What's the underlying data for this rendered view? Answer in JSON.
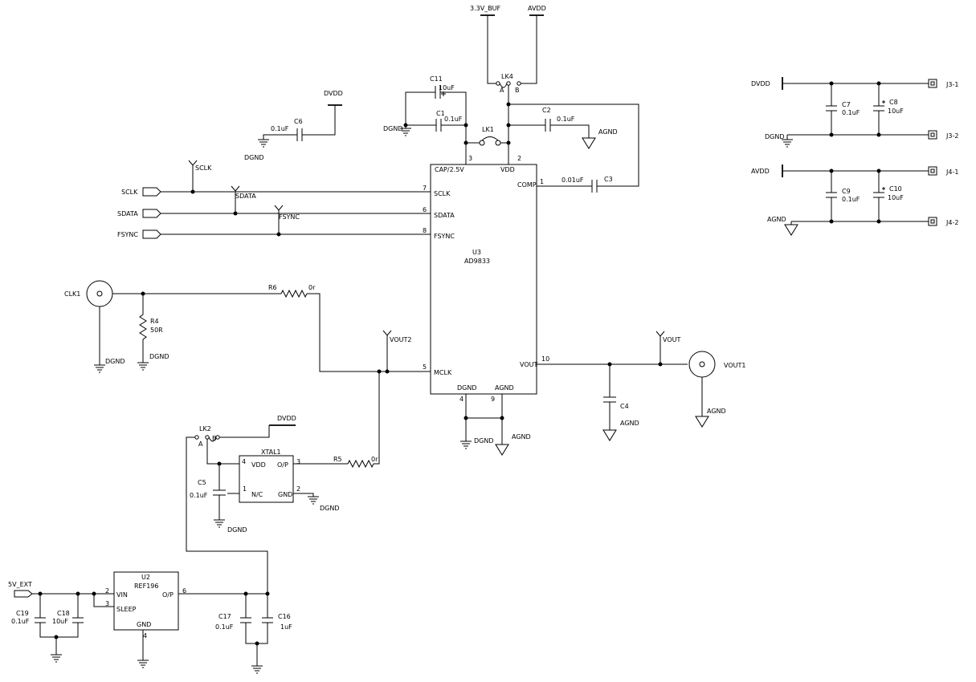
{
  "nets": {
    "v33buf": "3.3V_BUF",
    "avdd_top": "AVDD",
    "dvdd_top": "DVDD",
    "dgnd_c6": "DGND",
    "dgnd_c1": "DGND",
    "agnd_c2": "AGND",
    "sclk_net": "SCLK",
    "sdata_net": "SDATA",
    "fsync_net": "FSYNC",
    "sclk_port": "SCLK",
    "sdata_port": "SDATA",
    "fsync_port": "FSYNC",
    "clk1": "CLK1",
    "dgnd_clk1": "DGND",
    "dgnd_r4": "DGND",
    "vout2": "VOUT2",
    "vout_net": "VOUT",
    "vout1": "VOUT1",
    "agnd_vout1": "AGND",
    "agnd_c4": "AGND",
    "dgnd_u3": "DGND",
    "agnd_u3": "AGND",
    "dvdd_lk2": "DVDD",
    "dgnd_c5": "DGND",
    "dgnd_xtal": "DGND",
    "v5ext": "5V_EXT",
    "dvdd_j3": "DVDD",
    "dgnd_j3": "DGND",
    "avdd_j4": "AVDD",
    "agnd_j4": "AGND"
  },
  "components": {
    "c11": {
      "ref": "C11",
      "value": "10uF"
    },
    "c1": {
      "ref": "C1",
      "value": "0.1uF"
    },
    "c2": {
      "ref": "C2",
      "value": "0.1uF"
    },
    "c3": {
      "ref": "C3",
      "value": "0.01uF"
    },
    "c4": {
      "ref": "C4"
    },
    "c5": {
      "ref": "C5",
      "value": "0.1uF"
    },
    "c6": {
      "ref": "C6",
      "value": "0.1uF"
    },
    "c7": {
      "ref": "C7",
      "value": "0.1uF"
    },
    "c8": {
      "ref": "C8",
      "value": "10uF"
    },
    "c9": {
      "ref": "C9",
      "value": "0.1uF"
    },
    "c10": {
      "ref": "C10",
      "value": "10uF"
    },
    "c16": {
      "ref": "C16",
      "value": "1uF"
    },
    "c17": {
      "ref": "C17",
      "value": "0.1uF"
    },
    "c18": {
      "ref": "C18",
      "value": "10uF"
    },
    "c19": {
      "ref": "C19",
      "value": "0.1uF"
    },
    "r4": {
      "ref": "R4",
      "value": "50R"
    },
    "r5": {
      "ref": "R5",
      "value": "0r"
    },
    "r6": {
      "ref": "R6",
      "value": "0r"
    },
    "lk1": {
      "ref": "LK1"
    },
    "lk2": {
      "ref": "LK2",
      "a": "A",
      "b": "B"
    },
    "lk4": {
      "ref": "LK4",
      "a": "A",
      "b": "B"
    },
    "u3": {
      "ref": "U3",
      "part": "AD9833",
      "pins": {
        "cap_name": "CAP/2.5V",
        "cap_num": "3",
        "vdd_name": "VDD",
        "vdd_num": "2",
        "comp_name": "COMP",
        "comp_num": "1",
        "sclk_name": "SCLK",
        "sclk_num": "7",
        "sdata_name": "SDATA",
        "sdata_num": "6",
        "fsync_name": "FSYNC",
        "fsync_num": "8",
        "mclk_name": "MCLK",
        "mclk_num": "5",
        "vout_name": "VOUT",
        "vout_num": "10",
        "dgnd_name": "DGND",
        "dgnd_num": "4",
        "agnd_name": "AGND",
        "agnd_num": "9"
      }
    },
    "xtal1": {
      "ref": "XTAL1",
      "pins": {
        "vdd_name": "VDD",
        "vdd_num": "4",
        "op_name": "O/P",
        "op_num": "3",
        "nc_name": "N/C",
        "nc_num": "1",
        "gnd_name": "GND",
        "gnd_num": "2"
      }
    },
    "u2": {
      "ref": "U2",
      "part": "REF196",
      "pins": {
        "vin_name": "VIN",
        "vin_num": "2",
        "sleep_name": "SLEEP",
        "sleep_num": "3",
        "op_name": "O/P",
        "op_num": "6",
        "gnd_name": "GND",
        "gnd_num": "4"
      }
    },
    "j3_1": {
      "ref": "J3-1"
    },
    "j3_2": {
      "ref": "J3-2"
    },
    "j4_1": {
      "ref": "J4-1"
    },
    "j4_2": {
      "ref": "J4-2"
    }
  }
}
